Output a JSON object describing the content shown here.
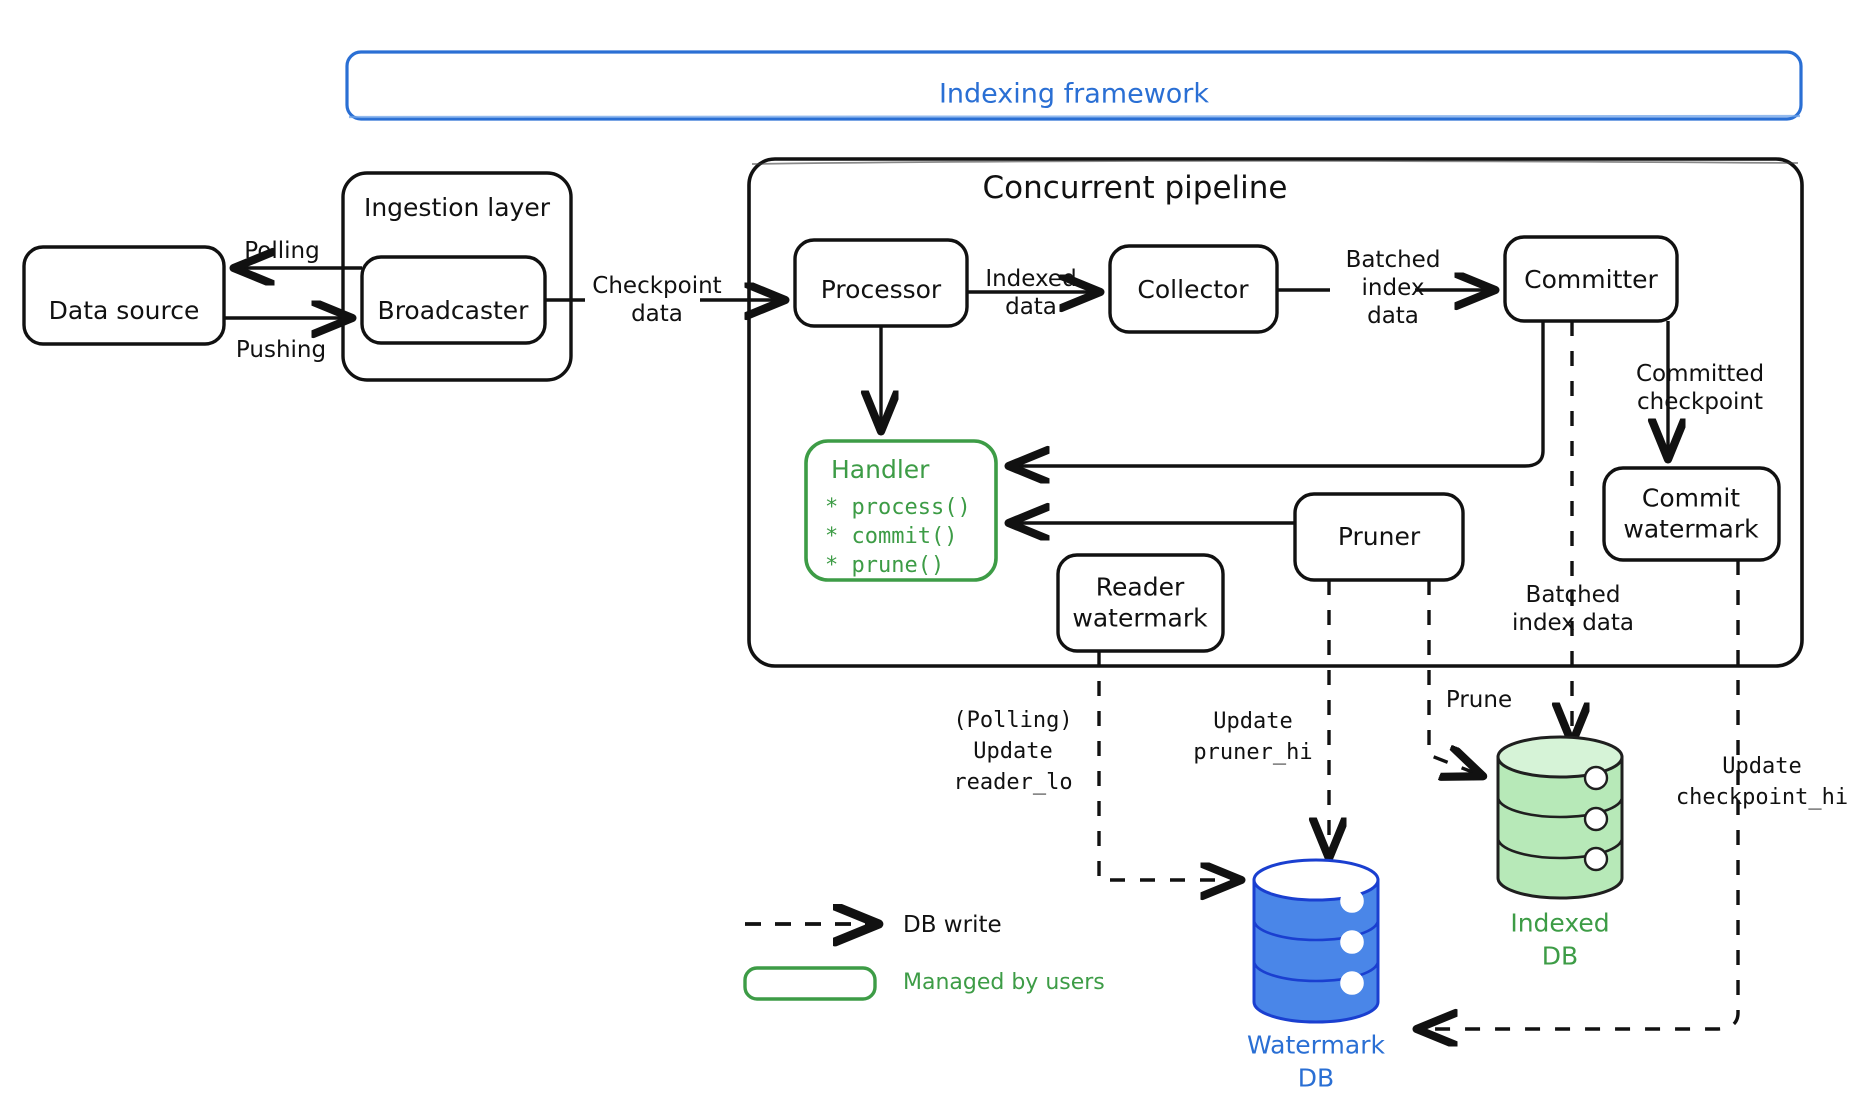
{
  "diagram": {
    "title": "Indexing framework",
    "colors": {
      "framework_blue": "#2a6fd4",
      "handler_green": "#3d9c46",
      "indexed_db_fill": "#b7e9b8",
      "indexed_db_text": "#3d9c46",
      "watermark_db_fill": "#4a86e8",
      "watermark_db_stroke": "#1a3fd0",
      "watermark_db_text": "#2a6fd4",
      "ink_black": "#111111"
    },
    "containers": [
      {
        "id": "indexing-framework",
        "label": "Indexing framework"
      },
      {
        "id": "ingestion-layer",
        "label": "Ingestion layer"
      },
      {
        "id": "concurrent-pipeline",
        "label": "Concurrent pipeline"
      }
    ],
    "nodes": [
      {
        "id": "data-source",
        "label": "Data source"
      },
      {
        "id": "broadcaster",
        "label": "Broadcaster"
      },
      {
        "id": "processor",
        "label": "Processor"
      },
      {
        "id": "collector",
        "label": "Collector"
      },
      {
        "id": "committer",
        "label": "Committer"
      },
      {
        "id": "commit-watermark",
        "label": "Commit\nwatermark"
      },
      {
        "id": "reader-watermark",
        "label": "Reader\nwatermark"
      },
      {
        "id": "pruner",
        "label": "Pruner"
      }
    ],
    "handler": {
      "title": "Handler",
      "methods": [
        "* process()",
        "* commit()",
        "* prune()"
      ]
    },
    "databases": [
      {
        "id": "indexed-db",
        "label": "Indexed\nDB",
        "color": "green"
      },
      {
        "id": "watermark-db",
        "label": "Watermark\nDB",
        "color": "blue"
      }
    ],
    "edge_labels": [
      {
        "id": "polling",
        "text": "Polling"
      },
      {
        "id": "pushing",
        "text": "Pushing"
      },
      {
        "id": "checkpoint-data",
        "text": "Checkpoint\ndata"
      },
      {
        "id": "indexed-data",
        "text": "Indexed\ndata"
      },
      {
        "id": "batched-index-data-top",
        "text": "Batched\nindex\ndata"
      },
      {
        "id": "committed-checkpoint",
        "text": "Committed\ncheckpoint"
      },
      {
        "id": "batched-index-data-bottom",
        "text": "Batched\nindex data"
      },
      {
        "id": "prune",
        "text": "Prune"
      },
      {
        "id": "polling-update-reader-lo",
        "text": "(Polling)\nUpdate\nreader_lo"
      },
      {
        "id": "update-pruner-hi",
        "text": "Update\npruner_hi"
      },
      {
        "id": "update-checkpoint-hi",
        "text": "Update\ncheckpoint_hi"
      }
    ],
    "legend": [
      {
        "id": "db-write",
        "label": "DB write",
        "symbol": "dashed-arrow"
      },
      {
        "id": "managed-by-users",
        "label": "Managed by users",
        "symbol": "green-rounded-box"
      }
    ]
  }
}
